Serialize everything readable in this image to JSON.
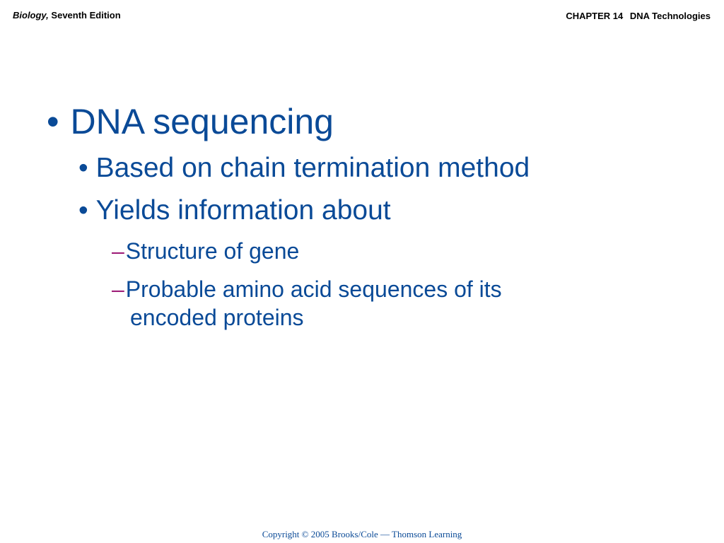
{
  "header": {
    "book_title": "Biology,",
    "edition": "Seventh Edition",
    "chapter_label": "CHAPTER 14",
    "chapter_title": "DNA Technologies"
  },
  "slide": {
    "bullet_glyph": "•",
    "dash_glyph": "–",
    "main_point": "DNA sequencing",
    "sub_points": [
      "Based on chain termination method",
      "Yields information about"
    ],
    "details": [
      "Structure of gene",
      "Probable amino acid sequences of its",
      "encoded proteins"
    ]
  },
  "footer": {
    "copyright": "Copyright © 2005 Brooks/Cole — Thomson Learning"
  },
  "colors": {
    "text_primary": "#0a4a97",
    "dash_accent": "#a0207a",
    "header_text": "#000000"
  }
}
